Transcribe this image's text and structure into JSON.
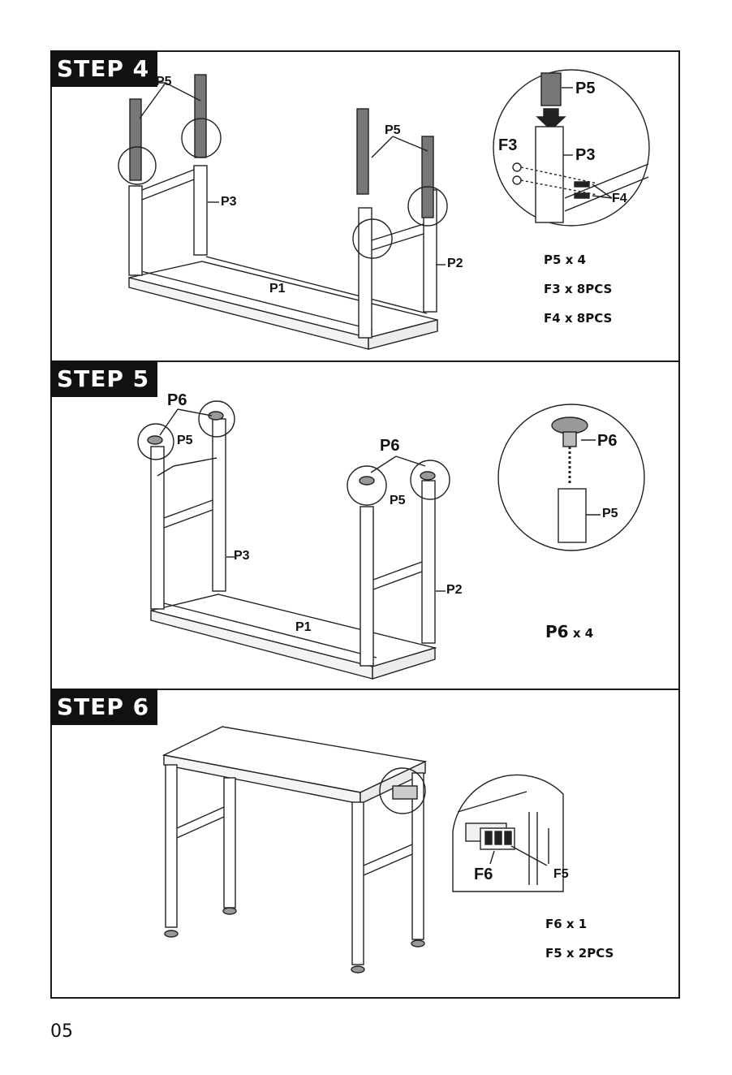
{
  "steps": [
    {
      "title": "STEP 4",
      "labels": {
        "p5_left": "P5",
        "p3": "P3",
        "p1": "P1",
        "p5_right": "P5",
        "p2": "P2",
        "detail_p5": "P5",
        "detail_f3": "F3",
        "detail_p3": "P3",
        "detail_f4": "F4"
      },
      "quantities": [
        "P5 x 4",
        "F3 x 8PCS",
        "F4 x 8PCS"
      ]
    },
    {
      "title": "STEP 5",
      "labels": {
        "p6_left": "P6",
        "p5_left": "P5",
        "p3": "P3",
        "p1": "P1",
        "p6_right": "P6",
        "p5_right": "P5",
        "p2": "P2",
        "detail_p6": "P6",
        "detail_p5": "P5"
      },
      "quantity_main": "P6",
      "quantity_suffix": "x 4"
    },
    {
      "title": "STEP 6",
      "labels": {
        "detail_f6": "F6",
        "detail_f5": "F5"
      },
      "quantities": [
        "F6 x 1",
        "F5 x 2PCS"
      ]
    }
  ],
  "page_number": "05"
}
